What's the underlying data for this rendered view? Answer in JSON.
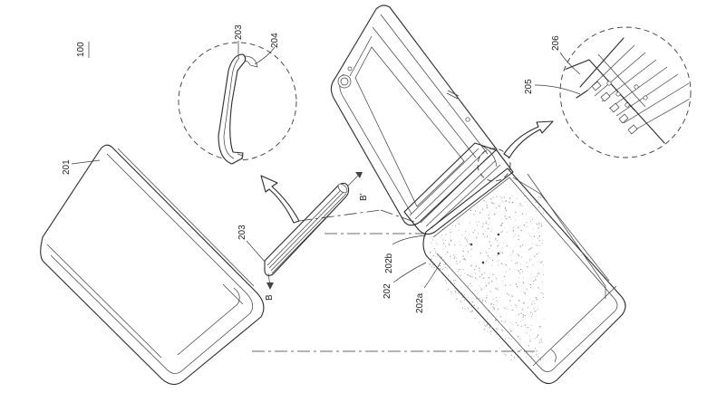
{
  "figure": {
    "ref_main": "100",
    "labels": {
      "l201": "201",
      "l203_top": "203",
      "l204": "204",
      "l203_mid": "203",
      "lB1": "B'",
      "lB2": "B",
      "l202b": "202b",
      "l202": "202",
      "l202a": "202a",
      "l205": "205",
      "l206": "206"
    }
  }
}
